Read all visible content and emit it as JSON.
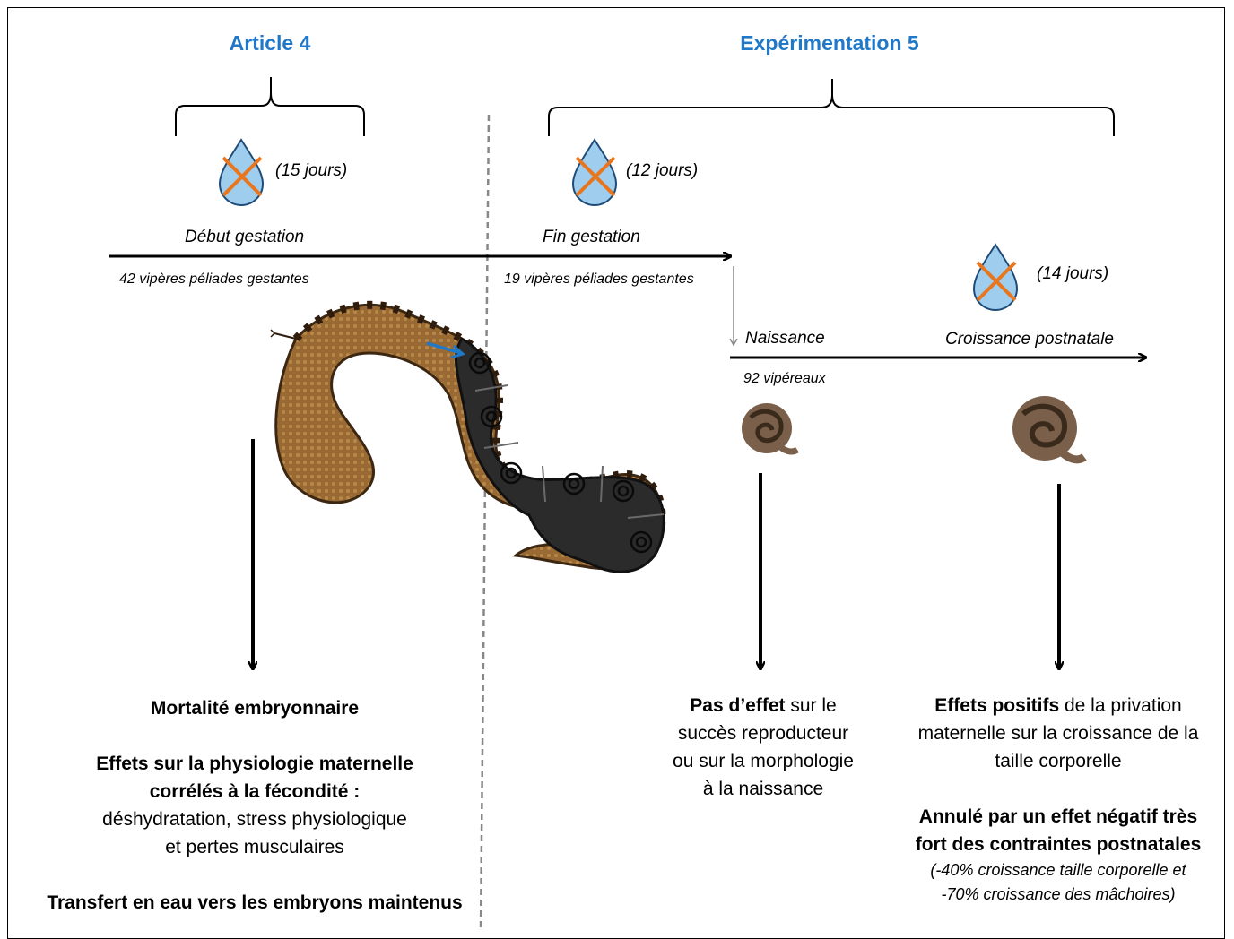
{
  "headings": {
    "article": "Article 4",
    "experimentation": "Expérimentation 5"
  },
  "durations": {
    "d1": "(15 jours)",
    "d2": "(12 jours)",
    "d3": "(14 jours)"
  },
  "timeline": {
    "debut": "Début gestation",
    "fin": "Fin gestation",
    "naissance": "Naissance",
    "croissance": "Croissance postnatale"
  },
  "counts": {
    "c1": "42 vipères péliades gestantes",
    "c2": "19 vipères péliades gestantes",
    "c3": "92 vipéreaux"
  },
  "results": {
    "left": {
      "l1": "Mortalité embryonnaire",
      "l2": "Effets sur la physiologie maternelle",
      "l3": "corrélés à la fécondité :",
      "l4": "déshydratation, stress physiologique",
      "l5": "et pertes musculaires",
      "l6": "Transfert en eau vers les embryons maintenus"
    },
    "middle": {
      "m1b": "Pas d’effet",
      "m1": " sur le",
      "m2": "succès reproducteur",
      "m3": "ou sur la morphologie",
      "m4": "à la naissance"
    },
    "right": {
      "r1b": "Effets positifs",
      "r1": " de la privation",
      "r2": "maternelle sur la croissance de la",
      "r3": "taille corporelle",
      "r4": "Annulé par un effet négatif très",
      "r5": "fort des contraintes postnatales",
      "r6": "(-40% croissance taille corporelle et",
      "r7": "-70% croissance des mâchoires)"
    }
  },
  "colors": {
    "heading": "#1f78c8",
    "drop": "#9fcdee",
    "cross": "#e8761f",
    "snake": "#8a5a2b",
    "divider": "#888888"
  }
}
